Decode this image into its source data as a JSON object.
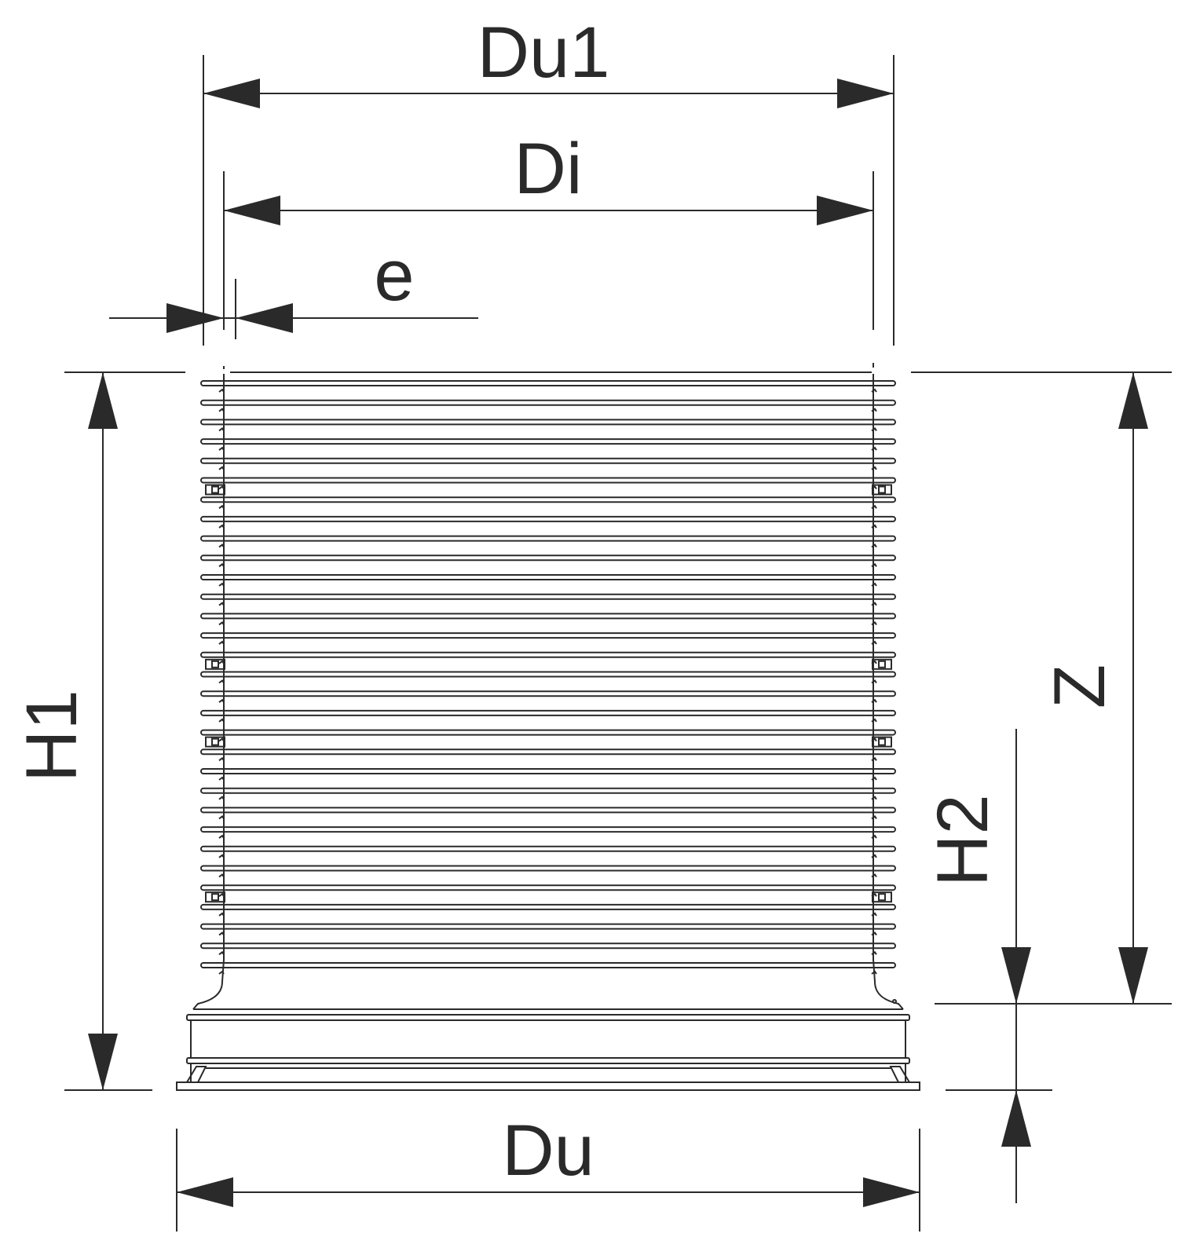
{
  "colors": {
    "line": "#2a2a2a",
    "background": "#ffffff"
  },
  "labels": {
    "du1": "Du1",
    "di": "Di",
    "e": "e",
    "h1": "H1",
    "z": "Z",
    "h2": "H2",
    "du": "Du"
  }
}
